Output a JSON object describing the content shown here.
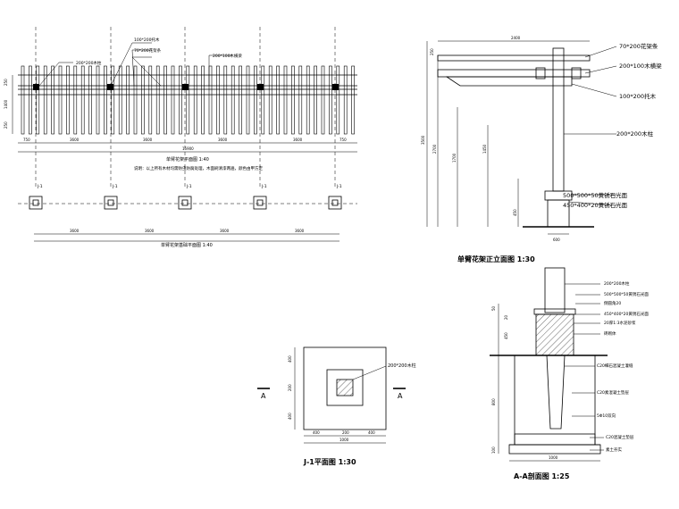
{
  "plan": {
    "title": "单臂花架平面图 1:40",
    "note": "说明：以上所有木材均需防虫防腐处理，木面刷清漆两遍，颜色由甲方定",
    "callouts": [
      "200*200木柱",
      "100*200托木",
      "70*200花架条",
      "200*100木横梁"
    ],
    "dims": [
      "750",
      "3600",
      "3600",
      "3600",
      "3600",
      "750"
    ],
    "total": "15900",
    "left_dims": [
      "250",
      "1400",
      "250"
    ]
  },
  "foundation_plan": {
    "title": "单臂花架基础平面图 1:40",
    "tags": [
      "J-1",
      "J-1",
      "J-1",
      "J-1",
      "J-1"
    ],
    "dims": [
      "3600",
      "3600",
      "3600",
      "3600"
    ]
  },
  "elevation": {
    "title": "单臂花架正立面图 1:30",
    "labels": [
      "70*200花架条",
      "200*100木横梁",
      "100*200托木",
      "200*200木柱",
      "500*500*50黄锈石光面",
      "450*400*20黄锈石光面"
    ],
    "top_dim": "2400",
    "left_dims": [
      "250",
      "3500",
      "2700",
      "1700",
      "1450",
      "450"
    ],
    "bottom_dim": "600"
  },
  "j1_plan": {
    "title": "J-1平面图 1:30",
    "label": "200*200木柱",
    "dims": [
      "400",
      "200",
      "400"
    ],
    "bottom_total": "1000",
    "side_dims": [
      "400",
      "200",
      "400"
    ],
    "section_marks": [
      "A",
      "A"
    ]
  },
  "section": {
    "title": "A-A剖面图 1:25",
    "labels": [
      "200*200木柱",
      "500*500*50黄锈石光面",
      "倒圆角20",
      "450*400*20黄锈石光面",
      "20厚1:3水泥砂浆",
      "砖砌体",
      "C20细石混凝土灌缝",
      "C20素混凝土垫层",
      "5Φ10双向",
      "C20混凝土垫层",
      "素土夯实"
    ],
    "bottom_dim": "1000",
    "left_dims": [
      "50",
      "20",
      "450",
      "800",
      "100"
    ]
  }
}
